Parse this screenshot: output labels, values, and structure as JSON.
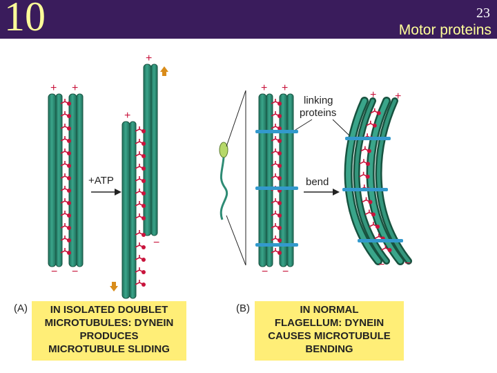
{
  "header": {
    "chapter_number": "10",
    "slide_number": "23",
    "title": "Motor proteins"
  },
  "labels": {
    "atp": "+ATP",
    "bend": "bend",
    "linking_proteins_line1": "linking",
    "linking_proteins_line2": "proteins",
    "plus": "+",
    "minus": "−"
  },
  "panel_a": {
    "letter": "(A)",
    "caption_lines": [
      "IN ISOLATED DOUBLET",
      "MICROTUBULES: DYNEIN",
      "PRODUCES",
      "MICROTUBULE SLIDING"
    ]
  },
  "panel_b": {
    "letter": "(B)",
    "caption_lines": [
      "IN NORMAL",
      "FLAGELLUM: DYNEIN",
      "CAUSES MICROTUBULE",
      "BENDING"
    ]
  },
  "colors": {
    "header_bg": "#3a1c5c",
    "header_text": "#ffff99",
    "microtubule": "#2e8b74",
    "dynein": "#c8143c",
    "linker": "#3399cc",
    "arrow_orange": "#d98c1a",
    "caption_bg": "#ffee77"
  }
}
